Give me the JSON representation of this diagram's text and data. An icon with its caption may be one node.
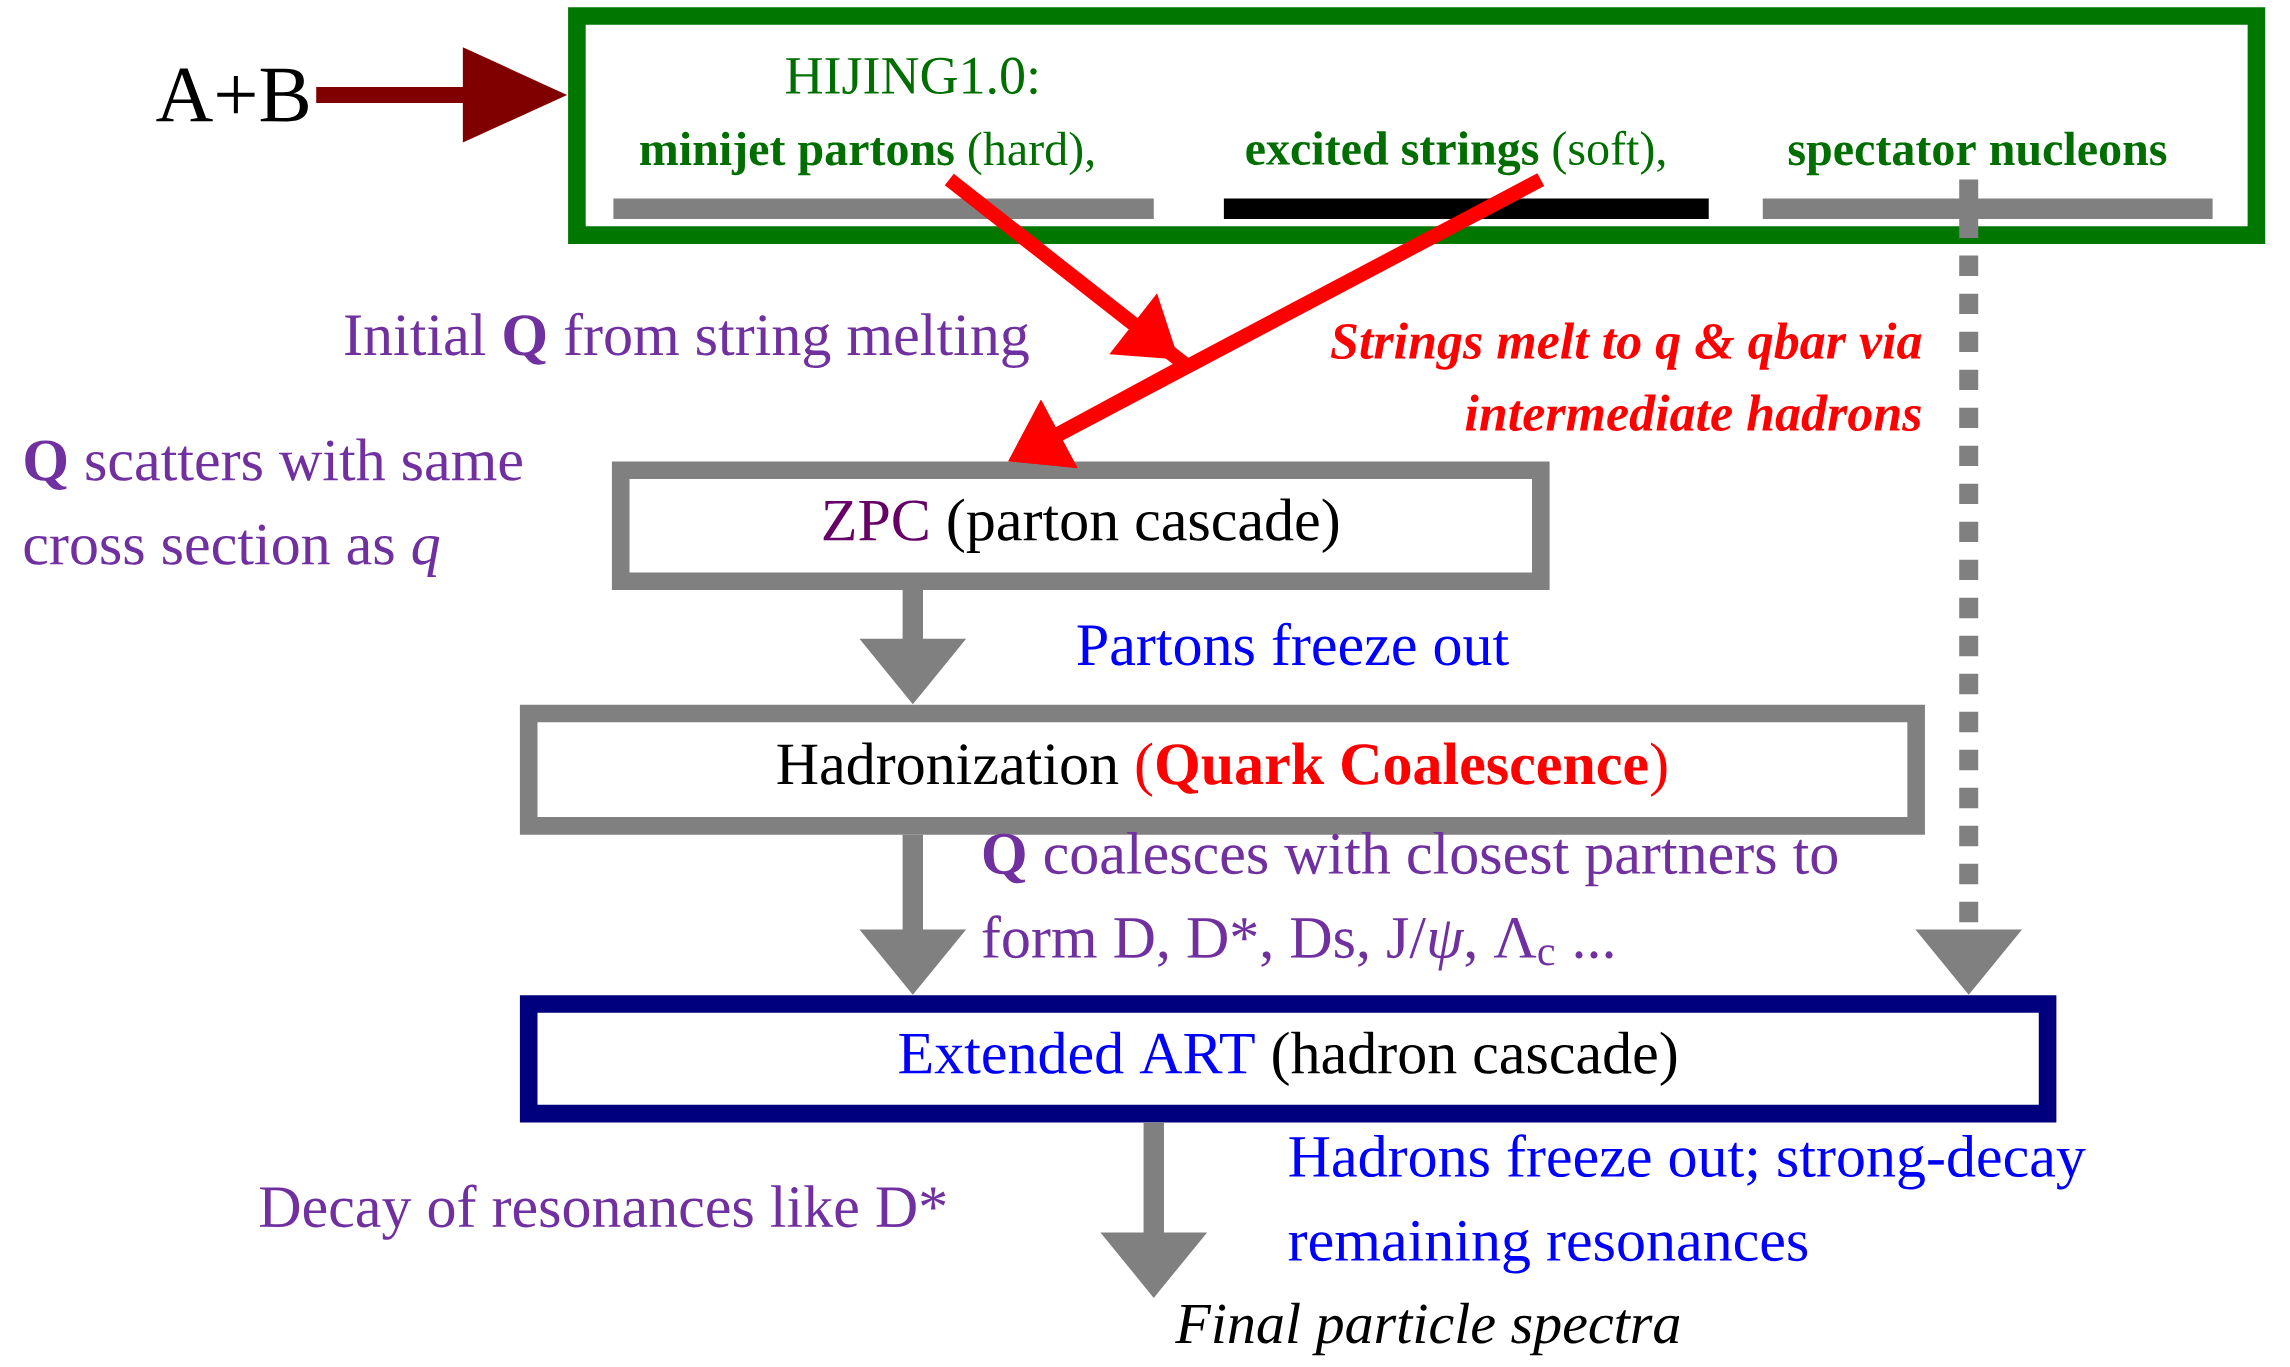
{
  "diagram": {
    "nodes": [
      {
        "text": [
          "A+B"
        ]
      },
      {
        "text": [
          "HIJING1.0:"
        ]
      },
      {
        "text": [
          "**minijet partons** (hard),"
        ],
        "in": 1
      },
      {
        "text": [
          "**excited strings** (soft),"
        ],
        "in": 1
      },
      {
        "text": [
          "spectator nucleons"
        ],
        "in": 1
      },
      {
        "text": [
          "ZPC",
          "(parton cascade)"
        ],
        "beside": [
          "**Q** scatters with same cross section as *q*"
        ]
      },
      {
        "text": [
          "Hadronization",
          "(**Quark Coalescence**)"
        ]
      },
      {
        "text": [
          "Extended ART",
          "(hadron cascade)"
        ]
      },
      {
        "text": [
          "Final particle spectra"
        ]
      }
    ],
    "edges": [
      {
        "from": 0,
        "to": 1,
        "arrow": "to",
        "color": "#800000"
      },
      {
        "from": 2,
        "to": 5,
        "arrow": "to",
        "color": "#ff0000",
        "label": "Initial **Q** from string melting"
      },
      {
        "from": 3,
        "to": 5,
        "arrow": "to",
        "color": "#ff0000",
        "label": "Strings melt to q & qbar via intermediate hadrons"
      },
      {
        "from": 4,
        "to": 7,
        "arrow": "to",
        "style": "dashed"
      },
      {
        "from": 5,
        "to": 6,
        "arrow": "to",
        "label": "Partons freeze out"
      },
      {
        "from": 6,
        "to": 7,
        "arrow": "to",
        "label": "**Q** coalesces with closest partners to form D, D*, Ds, J/*ψ*, Λ$_{c}$ ..."
      },
      {
        "from": 7,
        "to": 8,
        "arrow": "to",
        "label": "Hadrons freeze out; strong-decay remaining resonances"
      }
    ],
    "labels": [
      "Decay of resonances like D*"
    ]
  }
}
